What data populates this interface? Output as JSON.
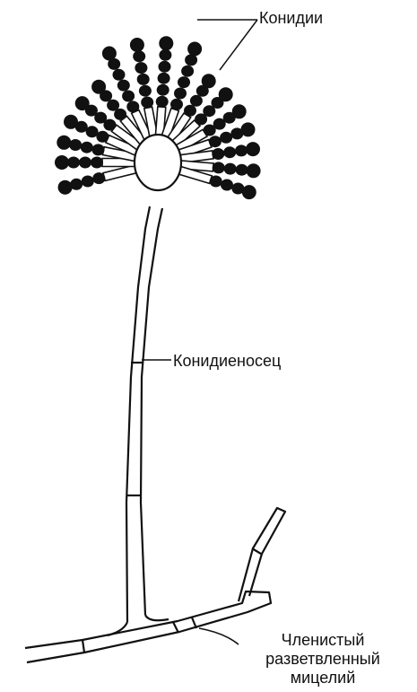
{
  "diagram": {
    "labels": {
      "conidia": "Конидии",
      "conidiophore": "Конидиеносец",
      "mycelium": "Членистый разветвленный мицелий"
    },
    "colors": {
      "ink": "#111111",
      "background": "#ffffff"
    }
  }
}
